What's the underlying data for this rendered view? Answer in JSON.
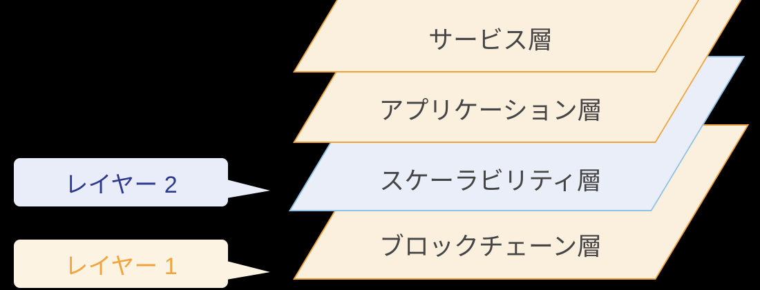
{
  "background": "#000000",
  "diagram": {
    "layers": [
      {
        "label": "サービス層",
        "fill": "#FBEFDE",
        "border": "#F0A139",
        "text_color": "#454545"
      },
      {
        "label": "アプリケーション層",
        "fill": "#FBEFDE",
        "border": "#F0A139",
        "text_color": "#454545"
      },
      {
        "label": "スケーラビリティ層",
        "fill": "#E9EEF8",
        "border": "#8CC0E5",
        "text_color": "#454545"
      },
      {
        "label": "ブロックチェーン層",
        "fill": "#FBEFDE",
        "border": "#F0A139",
        "text_color": "#454545"
      }
    ],
    "callouts": [
      {
        "label": "レイヤー 2",
        "fill": "#E9ECF9",
        "text_color": "#2E3A8E",
        "points_to": "スケーラビリティ層"
      },
      {
        "label": "レイヤー 1",
        "fill": "#FDF3E2",
        "text_color": "#F2A43C",
        "points_to": "ブロックチェーン層"
      }
    ]
  }
}
